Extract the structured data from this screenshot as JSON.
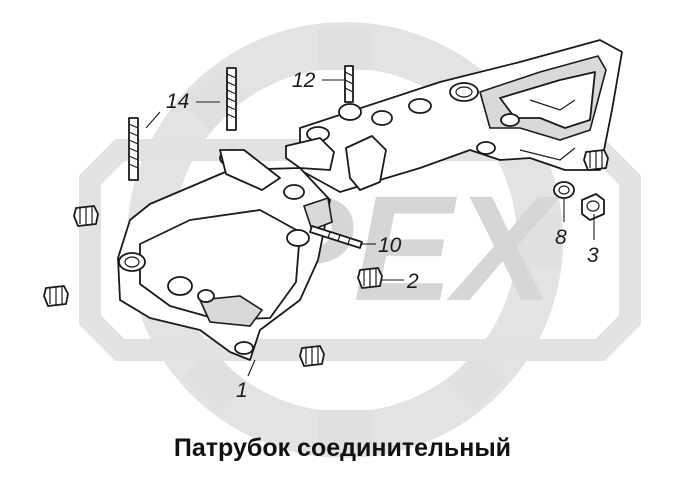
{
  "caption": "Патрубок соединительный",
  "watermark": {
    "text": "OPEX",
    "color": "#d2d2d2"
  },
  "callouts": [
    {
      "id": "1",
      "label": "1"
    },
    {
      "id": "2",
      "label": "2"
    },
    {
      "id": "3",
      "label": "3"
    },
    {
      "id": "8",
      "label": "8"
    },
    {
      "id": "10",
      "label": "10"
    },
    {
      "id": "12",
      "label": "12"
    },
    {
      "id": "14",
      "label": "14"
    }
  ]
}
